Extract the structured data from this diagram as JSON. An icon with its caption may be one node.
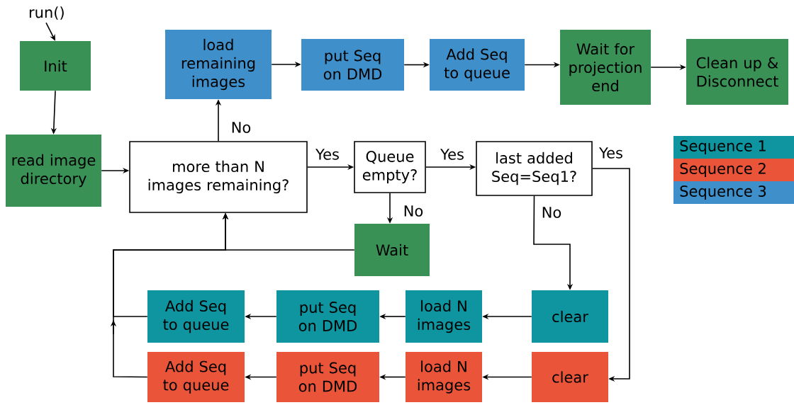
{
  "diagram": {
    "nodes": [
      {
        "text": [
          "run()"
        ]
      },
      {
        "text": [
          "Init"
        ]
      },
      {
        "text": [
          "read image directory"
        ]
      },
      {
        "text": [
          "more than N images remaining?"
        ]
      },
      {
        "text": [
          "load remaining images"
        ]
      },
      {
        "text": [
          "put Seq on DMD"
        ]
      },
      {
        "text": [
          "Add Seq to queue"
        ]
      },
      {
        "text": [
          "Wait for projection end"
        ]
      },
      {
        "text": [
          "Clean up & Disconnect"
        ]
      },
      {
        "text": [
          "Queue empty?"
        ]
      },
      {
        "text": [
          "last added Seq=Seq1?"
        ]
      },
      {
        "text": [
          "Wait"
        ]
      },
      {
        "text": [
          "clear"
        ]
      },
      {
        "text": [
          "load N images"
        ]
      },
      {
        "text": [
          "put Seq on DMD"
        ]
      },
      {
        "text": [
          "Add Seq to queue"
        ]
      },
      {
        "text": [
          "clear"
        ]
      },
      {
        "text": [
          "load N images"
        ]
      },
      {
        "text": [
          "put Seq on DMD"
        ]
      },
      {
        "text": [
          "Add Seq to queue"
        ]
      }
    ],
    "edges": [
      {
        "from": 0,
        "to": 1,
        "arrow": "to"
      },
      {
        "from": 1,
        "to": 2,
        "arrow": "to"
      },
      {
        "from": 2,
        "to": 3,
        "arrow": "to"
      },
      {
        "from": 3,
        "to": 4,
        "arrow": "to",
        "label": "No"
      },
      {
        "from": 4,
        "to": 5,
        "arrow": "to"
      },
      {
        "from": 5,
        "to": 6,
        "arrow": "to"
      },
      {
        "from": 6,
        "to": 7,
        "arrow": "to"
      },
      {
        "from": 7,
        "to": 8,
        "arrow": "to"
      },
      {
        "from": 3,
        "to": 9,
        "arrow": "to",
        "label": "Yes"
      },
      {
        "from": 9,
        "to": 10,
        "arrow": "to",
        "label": "Yes"
      },
      {
        "from": 9,
        "to": 11,
        "arrow": "to",
        "label": "No"
      },
      {
        "from": 10,
        "to": 12,
        "arrow": "to",
        "label": "No"
      },
      {
        "from": 10,
        "to": 16,
        "arrow": "to",
        "label": "Yes"
      },
      {
        "from": 12,
        "to": 13,
        "arrow": "to"
      },
      {
        "from": 13,
        "to": 14,
        "arrow": "to"
      },
      {
        "from": 14,
        "to": 15,
        "arrow": "to"
      },
      {
        "from": 16,
        "to": 17,
        "arrow": "to"
      },
      {
        "from": 17,
        "to": 18,
        "arrow": "to"
      },
      {
        "from": 18,
        "to": 19,
        "arrow": "to"
      },
      {
        "from": 11,
        "to": 3,
        "arrow": "to"
      },
      {
        "from": 15,
        "to": 3,
        "arrow": "to"
      },
      {
        "from": 19,
        "to": 3,
        "arrow": "to"
      }
    ],
    "legend": [
      {
        "text": "Sequence 1",
        "color": "#0e95a0"
      },
      {
        "text": "Sequence 2",
        "color": "#ea5539"
      },
      {
        "text": "Sequence 3",
        "color": "#3f8fca"
      }
    ]
  }
}
